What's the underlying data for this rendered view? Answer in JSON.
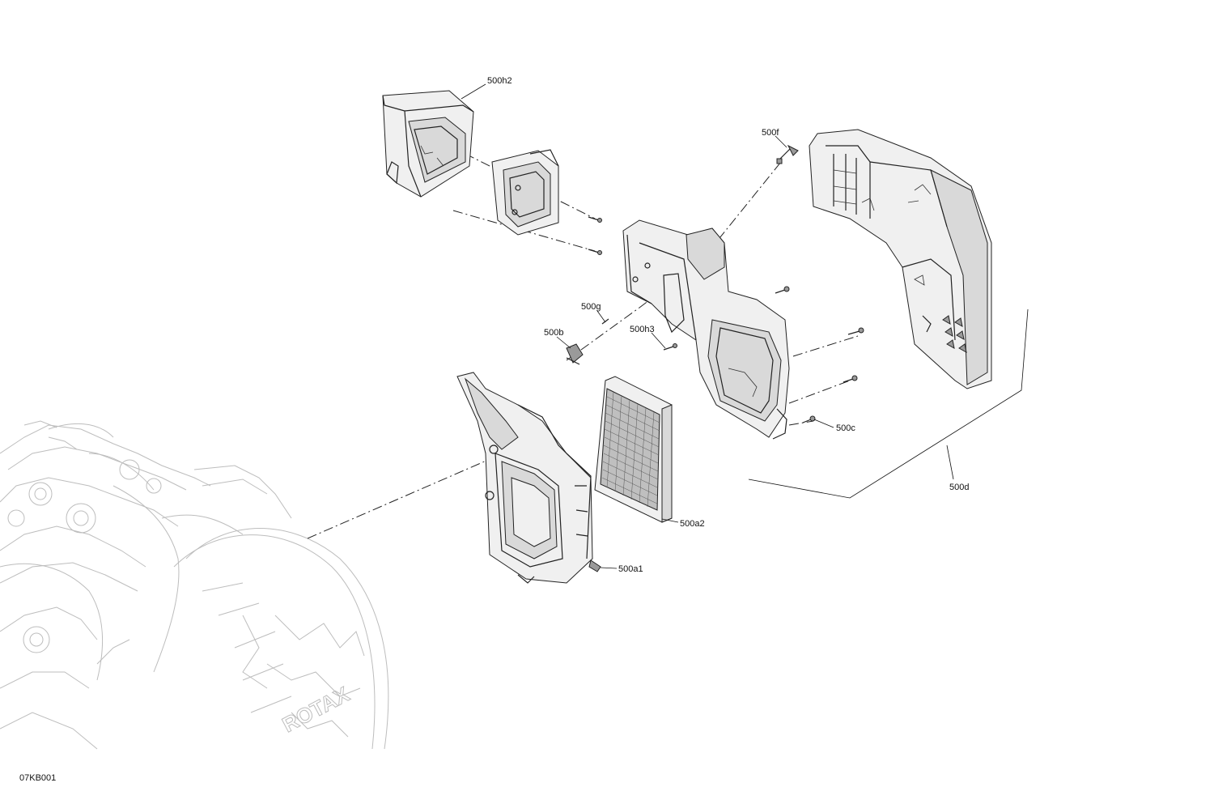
{
  "figure_code": "07KB001",
  "parts": {
    "p500h2": "500h2",
    "p500f": "500f",
    "p500g": "500g",
    "p500b": "500b",
    "p500h3": "500h3",
    "p500c": "500c",
    "p500d": "500d",
    "p500a2": "500a2",
    "p500a1": "500a1"
  },
  "engine_brand": "ROTAX"
}
